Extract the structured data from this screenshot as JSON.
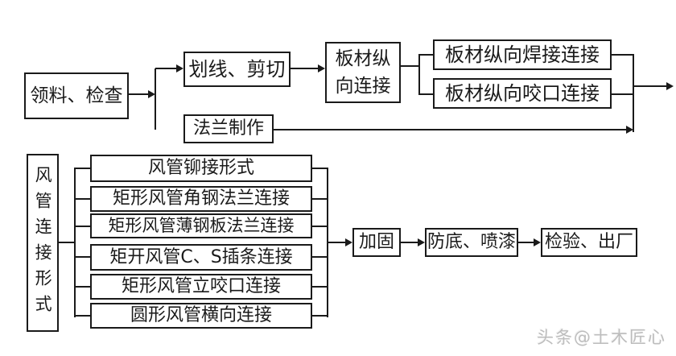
{
  "diagram": {
    "top_flow": {
      "receive": "领料、检查",
      "cut": "划线、剪切",
      "flange": "法兰制作",
      "longitudinal": "板材纵向连接",
      "weld_joint": "板材纵向焊接连接",
      "seam_joint": "板材纵向咬口连接"
    },
    "bottom_flow": {
      "category": "风管连接形式",
      "options": [
        "风管铆接形式",
        "矩形风管角钢法兰连接",
        "矩形风管薄钢板法兰连接",
        "矩开风管C、S插条连接",
        "矩形风管立咬口连接",
        "圆形风管横向连接"
      ],
      "reinforce": "加固",
      "paint": "防底、喷漆",
      "inspect": "检验、出厂"
    },
    "watermark": "头条@土木匠心",
    "colors": {
      "line": "#1a1a1a",
      "background": "#ffffff",
      "watermark": "#bdbdbd"
    }
  }
}
